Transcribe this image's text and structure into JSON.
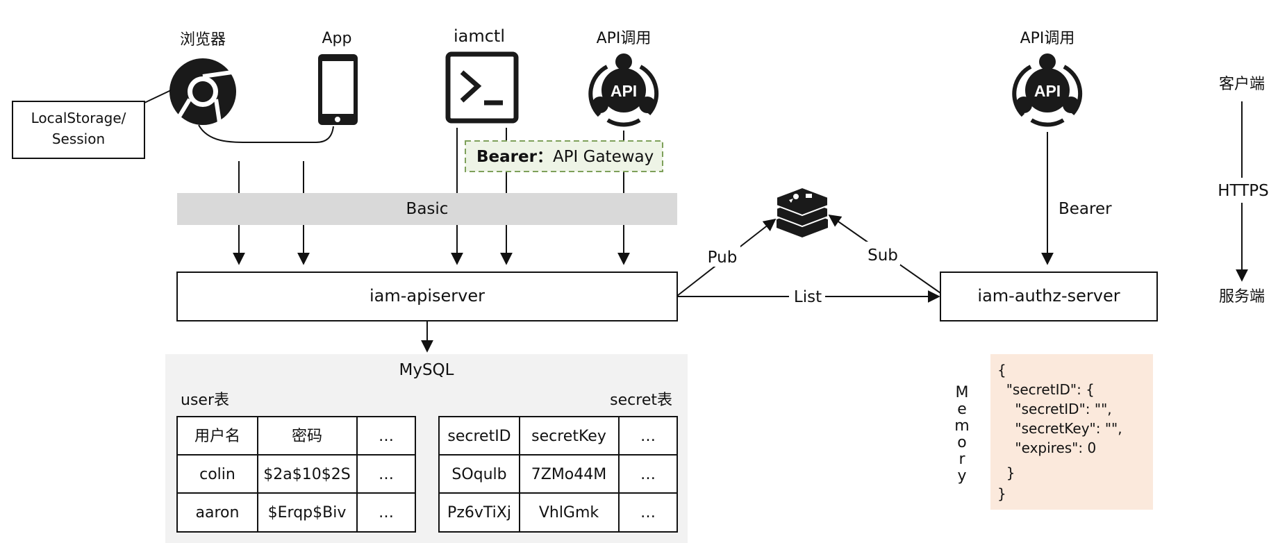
{
  "clients": {
    "browser": "浏览器",
    "app": "App",
    "iamctl": "iamctl",
    "api_call_left": "API调用",
    "api_call_right": "API调用"
  },
  "storage_note": [
    "LocalStorage/",
    "Session"
  ],
  "api_icon_text": "API",
  "bearer_gateway": {
    "bold": "Bearer：",
    "rest": "API Gateway"
  },
  "basic_band": "Basic",
  "apiserver": "iam-apiserver",
  "authz_server": "iam-authz-server",
  "edges": {
    "pub": "Pub",
    "sub": "Sub",
    "list": "List",
    "bearer": "Bearer"
  },
  "protocol_axis": {
    "top": "客户端",
    "middle": "HTTPS",
    "bottom": "服务端"
  },
  "mysql": {
    "title": "MySQL",
    "user_table": {
      "caption": "user表",
      "header": [
        "用户名",
        "密码",
        "…"
      ],
      "rows": [
        [
          "colin",
          "$2a$10$2S",
          "…"
        ],
        [
          "aaron",
          "$Erqp$Biv",
          "…"
        ]
      ]
    },
    "secret_table": {
      "caption": "secret表",
      "header": [
        "secretID",
        "secretKey",
        "…"
      ],
      "rows": [
        [
          "SOqulb",
          "7ZMo44M",
          "…"
        ],
        [
          "Pz6vTiXj",
          "VhlGmk",
          "…"
        ]
      ]
    }
  },
  "memory": {
    "label": [
      "M",
      "e",
      "m",
      "o",
      "r",
      "y"
    ],
    "json_lines": [
      "{",
      "  \"secretID\": {",
      "    \"secretID\": \"\",",
      "    \"secretKey\": \"\",",
      "    \"expires\": 0",
      "  }",
      "}"
    ]
  },
  "colors": {
    "basic_band": "#d9d9d9",
    "mysql_panel": "#f2f2f2",
    "memory_panel": "#fbe9dc",
    "gateway_fill": "#eef4e6",
    "gateway_border": "#7ea05a"
  }
}
